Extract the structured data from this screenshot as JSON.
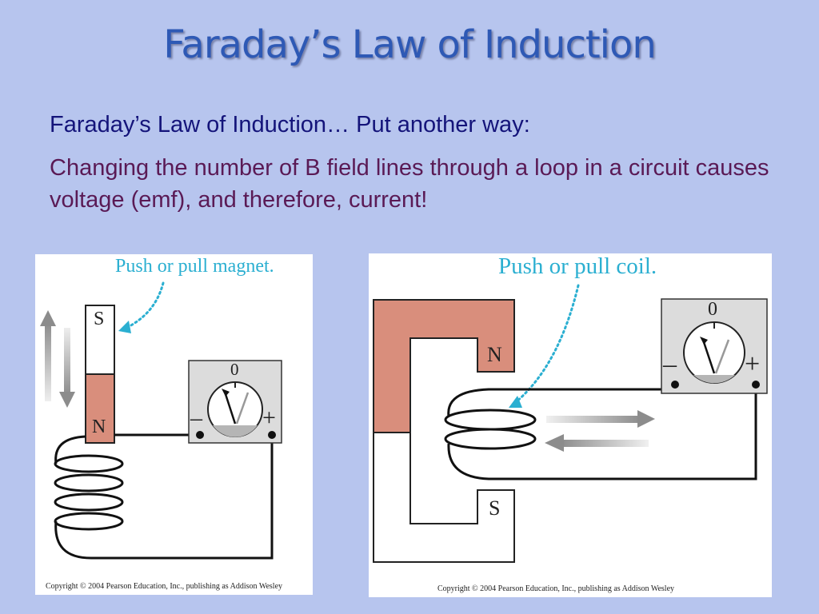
{
  "slide": {
    "title": "Faraday’s Law of Induction",
    "line1": "Faraday’s Law of Induction… Put another way:",
    "line2": "Changing the number of B field lines through a loop in a circuit causes voltage (emf), and therefore, current!"
  },
  "figure_left": {
    "caption": "Push or pull magnet.",
    "pole_top": "S",
    "pole_bottom": "N",
    "meter_zero": "0",
    "terminal_minus": "–",
    "terminal_plus": "+",
    "copyright": "Copyright © 2004 Pearson Education, Inc., publishing as Addison Wesley"
  },
  "figure_right": {
    "caption": "Push or pull coil.",
    "pole_top": "N",
    "pole_bottom": "S",
    "meter_zero": "0",
    "terminal_minus": "–",
    "terminal_plus": "+",
    "copyright": "Copyright © 2004 Pearson Education, Inc., publishing as Addison Wesley"
  },
  "colors": {
    "background": "#b7c5ee",
    "title": "#2e59b5",
    "magnet": "#d98e7c",
    "caption": "#2bafd1"
  }
}
